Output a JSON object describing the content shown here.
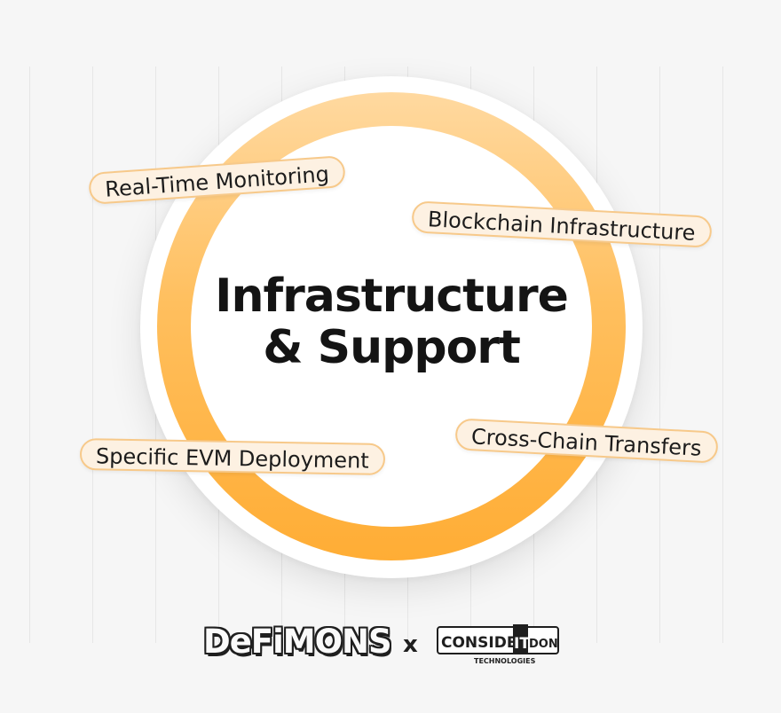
{
  "center": {
    "title_line1": "Infrastructure",
    "title_line2": "& Support"
  },
  "pills": [
    {
      "label": "Real-Time Monitoring"
    },
    {
      "label": "Blockchain Infrastructure"
    },
    {
      "label": "Cross-Chain Transfers"
    },
    {
      "label": "Specific EVM Deployment"
    }
  ],
  "footer": {
    "brand_left": "DeFiMONS",
    "separator": "x",
    "brand_right_line1_a": "CONSIDER",
    "brand_right_line1_b": "IT",
    "brand_right_line1_c": "DONE",
    "brand_right_line2": "TECHNOLOGIES"
  },
  "colors": {
    "ring_top": "#ffd9a0",
    "ring_bottom": "#ffad35",
    "pill_fill": "#fdf1e2",
    "pill_border": "#f7c98a",
    "text": "#141414"
  }
}
